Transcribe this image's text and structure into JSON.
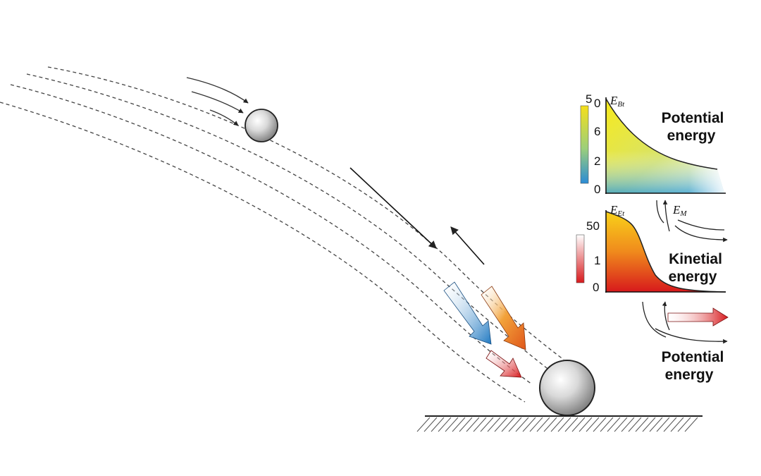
{
  "potential_panel": {
    "top_label": "5",
    "symbol": "E",
    "symbol_sub": "Bt",
    "ticks": [
      "0",
      "6",
      "2",
      "0"
    ],
    "title_line1": "Potential",
    "title_line2": "energy"
  },
  "kinetic_panel": {
    "symbol": "E",
    "symbol_sub": "Et",
    "ticks": [
      "50",
      "1",
      "0"
    ],
    "title_line1": "Kinetial",
    "title_line2": "energy"
  },
  "transfer_label": {
    "symbol": "E",
    "symbol_sub": "M"
  },
  "bottom_caption": {
    "line1": "Potential",
    "line2": "energy"
  },
  "colors": {
    "ball": "#9e9e9e",
    "ground": "#333333",
    "arrow_blue": "#1f78c1",
    "arrow_orange": "#e8641a",
    "arrow_red": "#d7191c",
    "gradient_yellow": "#f2e21f",
    "gradient_blue": "#2b8cd6",
    "gradient_red": "#d7191c"
  }
}
